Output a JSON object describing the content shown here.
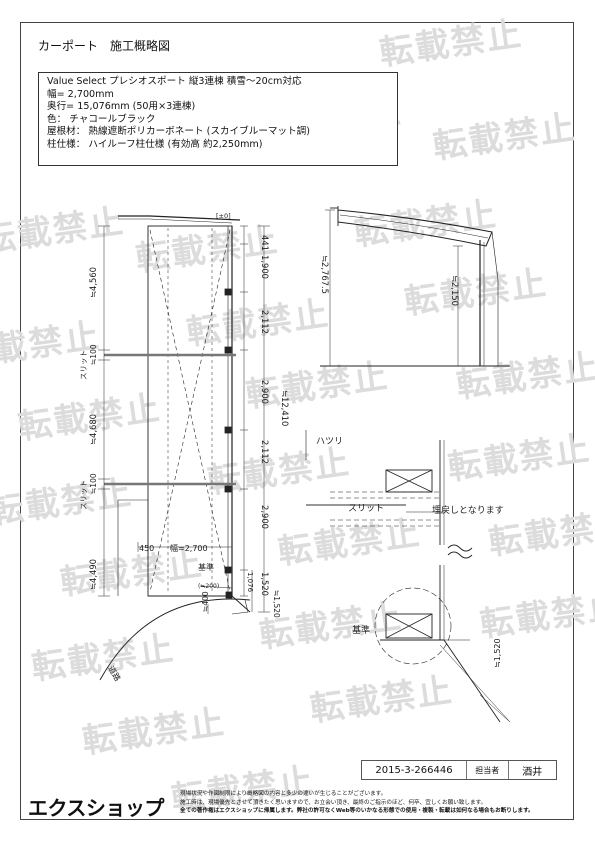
{
  "title": "カーポート　施工概略図",
  "spec": {
    "line1": "Value Select プレシオスポート 縦3連棟 積雪～20cm対応",
    "line2": "幅= 2,700mm",
    "line3": "奥行= 15,076mm (50用×3連棟)",
    "line4": "色： チャコールブラック",
    "line5": "屋根材： 熱線遮断ポリカーボネート (スカイブルーマット調)",
    "line6": "柱仕様： ハイルーフ柱仕様 (有効高 約2,250mm)"
  },
  "plan": {
    "zero_label": "[±0]",
    "dim_441": "441",
    "dim_1900": "1,900",
    "dim_2112a": "2,112",
    "dim_2900a": "2,900",
    "dim_2112b": "2,112",
    "dim_2900b": "2,900",
    "dim_1520": "1,520",
    "dim_1076": "1,076",
    "dim_total": "≒12,410",
    "dim_4560": "≒4,560",
    "dim_100a": "≒100",
    "dim_4680": "≒4,680",
    "dim_100b": "≒100",
    "dim_4490": "≒4,490",
    "slit_a": "スリット",
    "slit_b": "スリット",
    "dim_450": "450",
    "width_label": "幅=2,700",
    "datum": "基準",
    "dim_200": "(≒200)",
    "dim_400": "≒400",
    "dim_1520b": "≒1,520",
    "road": "道路"
  },
  "elevation": {
    "dim_2767": "≒2,767.5",
    "dim_2150": "≒2,150"
  },
  "detail": {
    "hatsuri": "ハツリ",
    "slit": "スリット",
    "buried": "埋戻しとなります",
    "datum": "基準",
    "dim_1520": "≒1,520"
  },
  "watermark": "転載禁止",
  "footer": {
    "doc_no": "2015-3-266446",
    "staff_label": "担当者",
    "staff_name": "酒井",
    "brand": "エクスショップ",
    "notice1": "現場状況や作図制限により概略図の内容と多少の違いが生じることがございます。",
    "notice2": "施工時は、現場優先とさせて頂きたく思いますので、お立会い頂き、最終のご指示のほど、何卒、宜しくお願い致します。",
    "notice3": "全ての著作権はエクスショップに帰属します。弊社の許可なくWeb等のいかなる形態での使用・複製・転載は如何なる場合もお断りします。"
  }
}
